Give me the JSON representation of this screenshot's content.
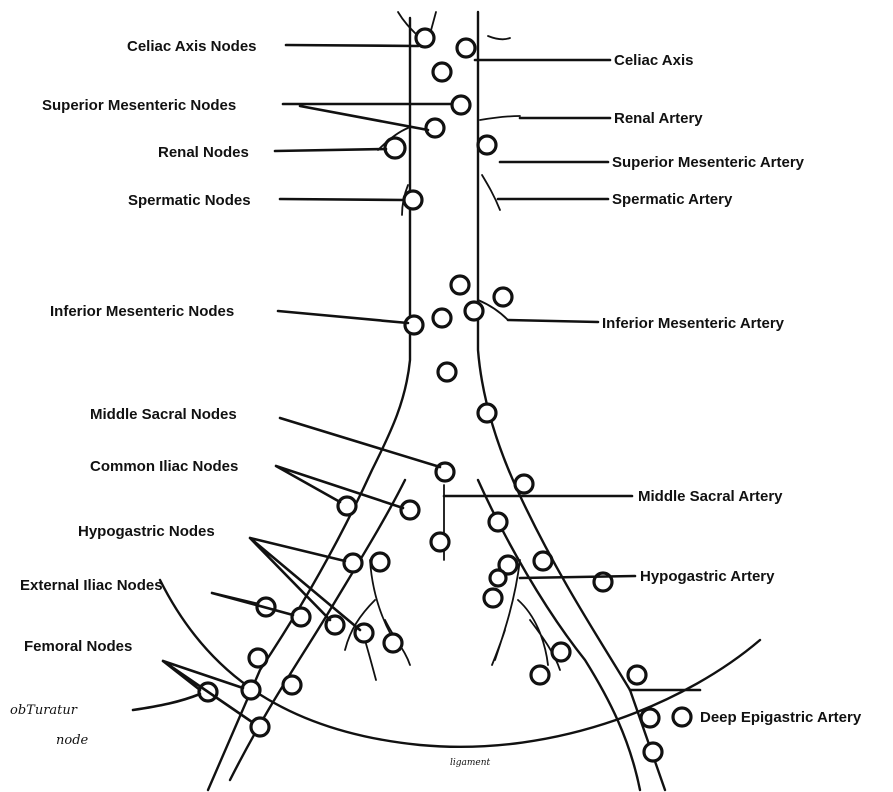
{
  "labels_left": {
    "celiac_axis_nodes": "Celiac Axis Nodes",
    "superior_mesenteric_nodes": "Superior Mesenteric Nodes",
    "renal_nodes": "Renal Nodes",
    "spermatic_nodes": "Spermatic Nodes",
    "inferior_mesenteric_nodes": "Inferior Mesenteric Nodes",
    "middle_sacral_nodes": "Middle Sacral Nodes",
    "common_iliac_nodes": "Common Iliac Nodes",
    "hypogastric_nodes": "Hypogastric Nodes",
    "external_iliac_nodes": "External Iliac Nodes",
    "femoral_nodes": "Femoral Nodes"
  },
  "labels_right": {
    "celiac_axis": "Celiac Axis",
    "renal_artery": "Renal Artery",
    "superior_mesenteric_artery": "Superior Mesenteric Artery",
    "spermatic_artery": "Spermatic Artery",
    "inferior_mesenteric_artery": "Inferior Mesenteric Artery",
    "middle_sacral_artery": "Middle Sacral Artery",
    "hypogastric_artery": "Hypogastric Artery",
    "deep_epigastric_artery": "Deep Epigastric Artery"
  },
  "handwritten": {
    "obturator_line1": "obTuratur",
    "obturator_line2": "node",
    "ligament": "ligament"
  }
}
